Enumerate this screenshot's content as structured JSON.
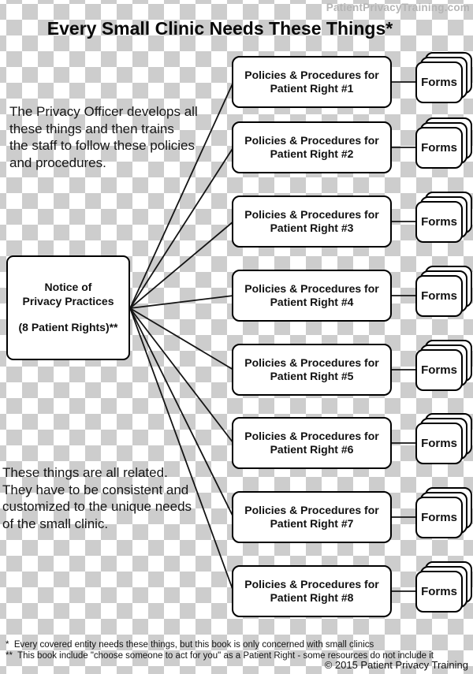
{
  "watermark": "PatientPrivacyTraining.com",
  "title": "Every Small Clinic Needs These Things*",
  "notes": {
    "privacy_officer": "The Privacy Officer develops all\nthese things and then trains\nthe staff to follow these policies\nand procedures.",
    "related": "These things are all related.\nThey have to be consistent and\ncustomized to the unique needs\nof the small clinic."
  },
  "notice_box": {
    "line1": "Notice of",
    "line2": "Privacy Practices",
    "line3": "(8 Patient Rights)**"
  },
  "policy_rows": [
    {
      "line1": "Policies & Procedures for",
      "line2": "Patient Right #1",
      "forms_label": "Forms"
    },
    {
      "line1": "Policies & Procedures for",
      "line2": "Patient Right #2",
      "forms_label": "Forms"
    },
    {
      "line1": "Policies & Procedures for",
      "line2": "Patient Right #3",
      "forms_label": "Forms"
    },
    {
      "line1": "Policies & Procedures for",
      "line2": "Patient Right #4",
      "forms_label": "Forms"
    },
    {
      "line1": "Policies & Procedures for",
      "line2": "Patient Right #5",
      "forms_label": "Forms"
    },
    {
      "line1": "Policies & Procedures for",
      "line2": "Patient Right #6",
      "forms_label": "Forms"
    },
    {
      "line1": "Policies & Procedures for",
      "line2": "Patient Right #7",
      "forms_label": "Forms"
    },
    {
      "line1": "Policies & Procedures for",
      "line2": "Patient Right #8",
      "forms_label": "Forms"
    }
  ],
  "footer": {
    "footnotes": "*  Every covered entity needs these things, but this book is only concerned with small clinics\n**  This book include \"choose someone to act for you\" as a Patient Right - some resources do not include it",
    "copyright": "© 2015 Patient Privacy Training"
  },
  "colors": {
    "checker_gray": "#cdcdcd",
    "box_fill": "#ffffff",
    "box_border": "#000000",
    "line": "#141414",
    "watermark": "#b5b5b5",
    "text": "#111111"
  }
}
